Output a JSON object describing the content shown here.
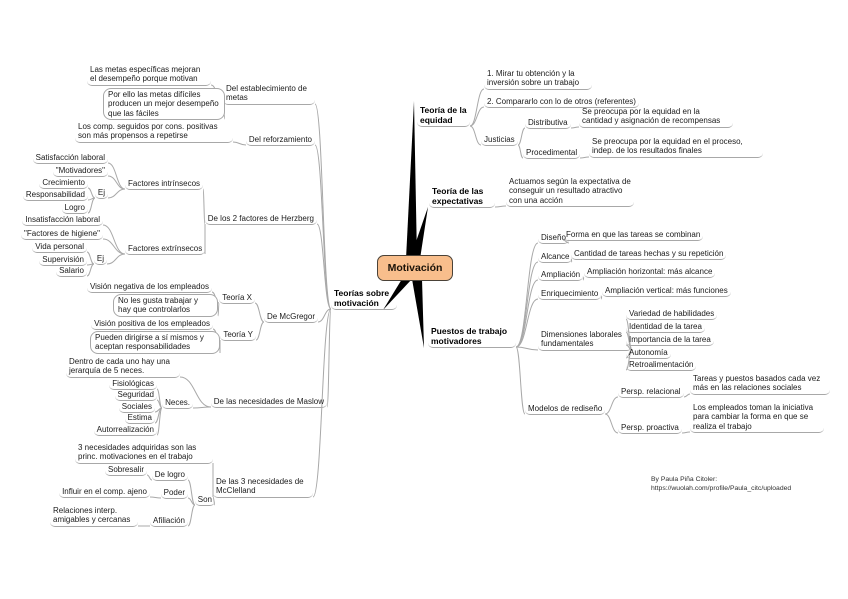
{
  "center": {
    "label": "Motivación"
  },
  "teorias": {
    "label": "Teorías sobre motivación",
    "goal": "Del establecimiento de metas",
    "goal_note1": "Las metas específicas mejoran el desempeño porque motivan",
    "goal_note2": "Por ello las metas difíciles producen un mejor desempeño que las fáciles",
    "reinforcement": "Del reforzamiento",
    "reinf_note": "Los comp. seguidos por cons. positivas son más propensos a repetirse",
    "herzberg": "De los 2 factores de Herzberg",
    "intrinsic": "Factores intrínsecos",
    "satisfaccion": "Satisfacción laboral",
    "motivadores_q": "\"Motivadores\"",
    "ej1": "Ej",
    "crecimiento": "Crecimiento",
    "responsabilidad": "Responsabilidad",
    "logro": "Logro",
    "extrinsic": "Factores extrínsecos",
    "insatisfaccion": "Insatisfacción laboral",
    "higiene": "\"Factores de higiene\"",
    "ej2": "Ej",
    "vida": "Vida personal",
    "supervision": "Supervisión",
    "salario": "Salario",
    "mcgregor": "De McGregor",
    "teoriax": "Teoría X",
    "vision_neg": "Visión negativa de los empleados",
    "no_gusta": "No les gusta trabajar y hay que controlarlos",
    "teoriay": "Teoría Y",
    "vision_pos": "Visión positiva de los empleados",
    "dirigirse": "Pueden dirigirse a sí mismos y aceptan responsabilidades",
    "maslow": "De las necesidades de Maslow",
    "jerarquia": "Dentro de cada uno hay una jerarquía de 5 neces.",
    "neces": "Neces.",
    "fisiologicas": "Fisiológicas",
    "seguridad": "Seguridad",
    "sociales": "Sociales",
    "estima": "Estima",
    "autorrealizacion": "Autorrealización",
    "mcclelland": "De las 3 necesidades de McClelland",
    "tres_neces": "3 necesidades adquiridas son las princ. motivaciones en el trabajo",
    "son": "Son",
    "de_logro": "De logro",
    "sobresalir": "Sobresalir",
    "poder": "Poder",
    "influir": "Influir en el comp. ajeno",
    "afiliacion": "Afiliación",
    "relaciones": "Relaciones interp. amigables y cercanas"
  },
  "equidad": {
    "label": "Teoría de la equidad",
    "eq1": "1. Mirar tu obtención y la inversión sobre un trabajo",
    "eq2": "2. Compararlo con lo de otros (referentes)",
    "justicias": "Justicias",
    "distributiva": "Distributiva",
    "dist_note": "Se preocupa por la equidad en la cantidad y asignación de recompensas",
    "procedimental": "Procedimental",
    "proc_note": "Se preocupa por la equidad en el proceso, indep. de los resultados finales"
  },
  "expectativas": {
    "label": "Teoría de las expectativas",
    "exp_note": "Actuamos según la expectativa de conseguir un resultado atractivo con una acción"
  },
  "puestos": {
    "label": "Puestos de trabajo motivadores",
    "diseno": "Diseño",
    "diseno_note": "Forma en que las tareas se combinan",
    "alcance": "Alcance",
    "alcance_note": "Cantidad de tareas hechas y su repetición",
    "ampliacion": "Ampliación",
    "ampliacion_note": "Ampliación horizontal: más alcance",
    "enriquecimiento": "Enriquecimiento",
    "enriq_note": "Ampliación vertical: más funciones",
    "dimensiones": "Dimensiones laborales fundamentales",
    "variedad": "Variedad de habilidades",
    "identidad": "Identidad de la tarea",
    "importancia": "Importancia de la tarea",
    "autonomia": "Autonomía",
    "retroalimentacion": "Retroalimentación",
    "modelos": "Modelos de rediseño",
    "relacional": "Persp. relacional",
    "rel_note": "Tareas y puestos basados cada vez más en las relaciones sociales",
    "proactiva": "Persp. proactiva",
    "pro_note": "Los empleados toman la iniciativa para cambiar la forma en que se realiza el trabajo"
  },
  "attribution": {
    "author": "By Paula Piña Citoler:",
    "url": "https://wuolah.com/profile/Paula_citc/uploaded"
  },
  "colors": {
    "center_fill": "#f8be8c",
    "center_border": "#4a4238",
    "connector": "#a8a8a8",
    "branch": "#000000"
  }
}
